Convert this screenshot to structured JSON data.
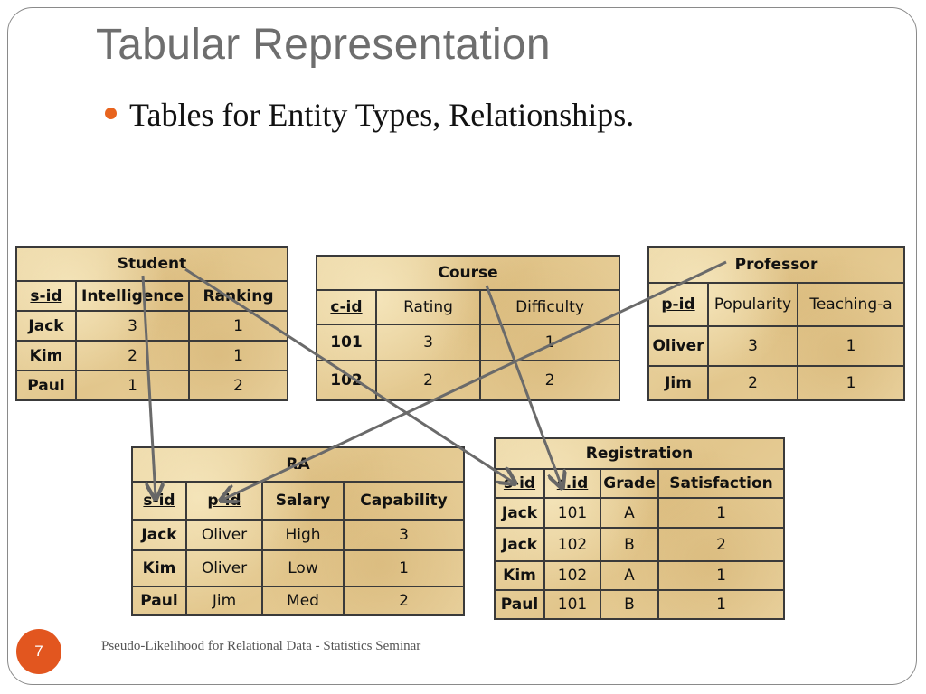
{
  "slide": {
    "title": "Tabular Representation",
    "bullet": "Tables for Entity Types, Relationships.",
    "page_number": "7",
    "footer": "Pseudo-Likelihood for Relational Data - Statistics Seminar",
    "accent_color": "#e2561f"
  },
  "tables": {
    "student": {
      "caption": "Student",
      "headers": [
        "s-id",
        "Intelligence",
        "Ranking"
      ],
      "rows": [
        [
          "Jack",
          "3",
          "1"
        ],
        [
          "Kim",
          "2",
          "1"
        ],
        [
          "Paul",
          "1",
          "2"
        ]
      ]
    },
    "course": {
      "caption": "Course",
      "headers": [
        "c-id",
        "Rating",
        "Difficulty"
      ],
      "rows": [
        [
          "101",
          "3",
          "1"
        ],
        [
          "102",
          "2",
          "2"
        ]
      ]
    },
    "professor": {
      "caption": "Professor",
      "headers": [
        "p-id",
        "Popularity",
        "Teaching-a"
      ],
      "rows": [
        [
          "Oliver",
          "3",
          "1"
        ],
        [
          "Jim",
          "2",
          "1"
        ]
      ]
    },
    "ra": {
      "caption": "RA",
      "headers": [
        "s-id",
        "p-id",
        "Salary",
        "Capability"
      ],
      "rows": [
        [
          "Jack",
          "Oliver",
          "High",
          "3"
        ],
        [
          "Kim",
          "Oliver",
          "Low",
          "1"
        ],
        [
          "Paul",
          "Jim",
          "Med",
          "2"
        ]
      ]
    },
    "registration": {
      "caption": "Registration",
      "headers": [
        "s-id",
        "c.id",
        "Grade",
        "Satisfaction"
      ],
      "rows": [
        [
          "Jack",
          "101",
          "A",
          "1"
        ],
        [
          "Jack",
          "102",
          "B",
          "2"
        ],
        [
          "Kim",
          "102",
          "A",
          "1"
        ],
        [
          "Paul",
          "101",
          "B",
          "1"
        ]
      ]
    }
  }
}
